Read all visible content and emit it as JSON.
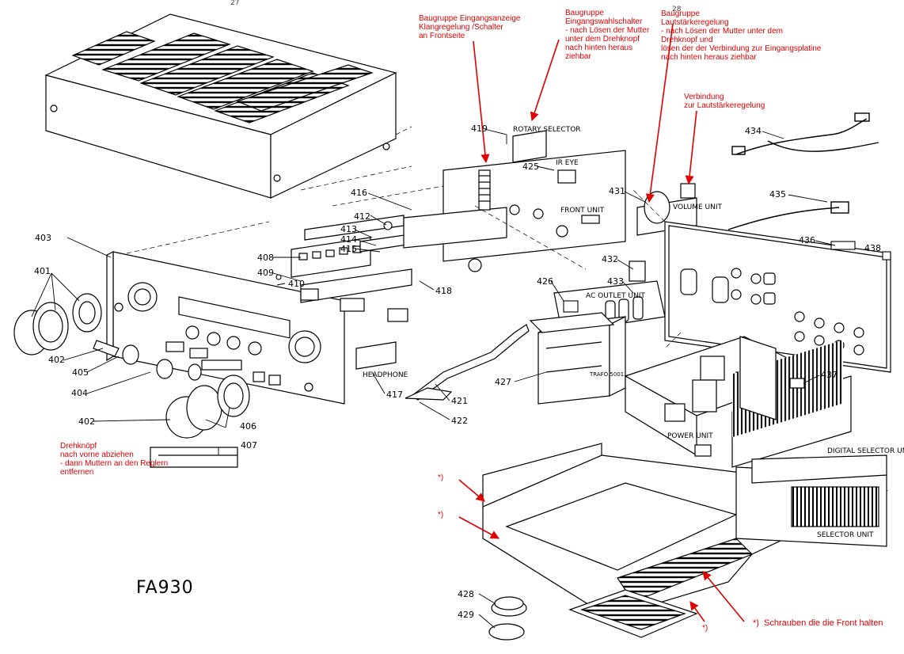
{
  "page_numbers": {
    "left": "27",
    "right": "28"
  },
  "model": "FA930",
  "part_numbers": {
    "p401": "401",
    "p402a": "402",
    "p402b": "402",
    "p403": "403",
    "p404": "404",
    "p405": "405",
    "p406": "406",
    "p407": "407",
    "p408": "408",
    "p409": "409",
    "p410": "410",
    "p412": "412",
    "p413": "413",
    "p414": "414",
    "p415": "415",
    "p416": "416",
    "p417": "417",
    "p418": "418",
    "p419": "419",
    "p421": "421",
    "p422": "422",
    "p425": "425",
    "p426": "426",
    "p427": "427",
    "p428": "428",
    "p429": "429",
    "p431": "431",
    "p432": "432",
    "p433": "433",
    "p434": "434",
    "p435": "435",
    "p436": "436",
    "p437": "437",
    "p438": "438"
  },
  "unit_labels": {
    "rotary_selector": "ROTARY SELECTOR",
    "ir_eye": "IR EYE",
    "front_unit": "FRONT UNIT",
    "volume_unit": "VOLUME UNIT",
    "ac_outlet_unit": "AC OUTLET UNIT",
    "headphone": "HEADPHONE",
    "trafo": "TRAFO 5001",
    "power_unit": "POWER UNIT",
    "digital_selector_unit": "DIGITAL SELECTOR UNIT",
    "selector_unit": "SELECTOR UNIT"
  },
  "annotations": {
    "eingangsanzeige": "Baugruppe Eingangsanzeige\nKlangregelung /Schalter\nan Frontseite",
    "eingangswahl": "Baugruppe\nEingangswahlschalter\n- nach Lösen der Mutter\nunter dem Drehknopf\nnach hinten heraus\nziehbar",
    "lautstaerke": "Baugruppe\nLautstärkeregelung\n- nach Lösen der Mutter unter dem\nDrehknopf und\nlösen der der Verbindung zur Eingangsplatine\nnach hinten heraus ziehbar",
    "verbindung": "Verbindung\nzur Lautstärkeregelung",
    "drehknoepfe": "Drehknöpf\nnach vorne abziehen\n- dann Muttern an den Reglern\nentfernen",
    "star1": "*)",
    "star2": "*)",
    "star3": "*)",
    "schrauben": "*)  Schrauben die die Front halten"
  },
  "colors": {
    "annotation": "#e00000",
    "line": "#000000"
  }
}
